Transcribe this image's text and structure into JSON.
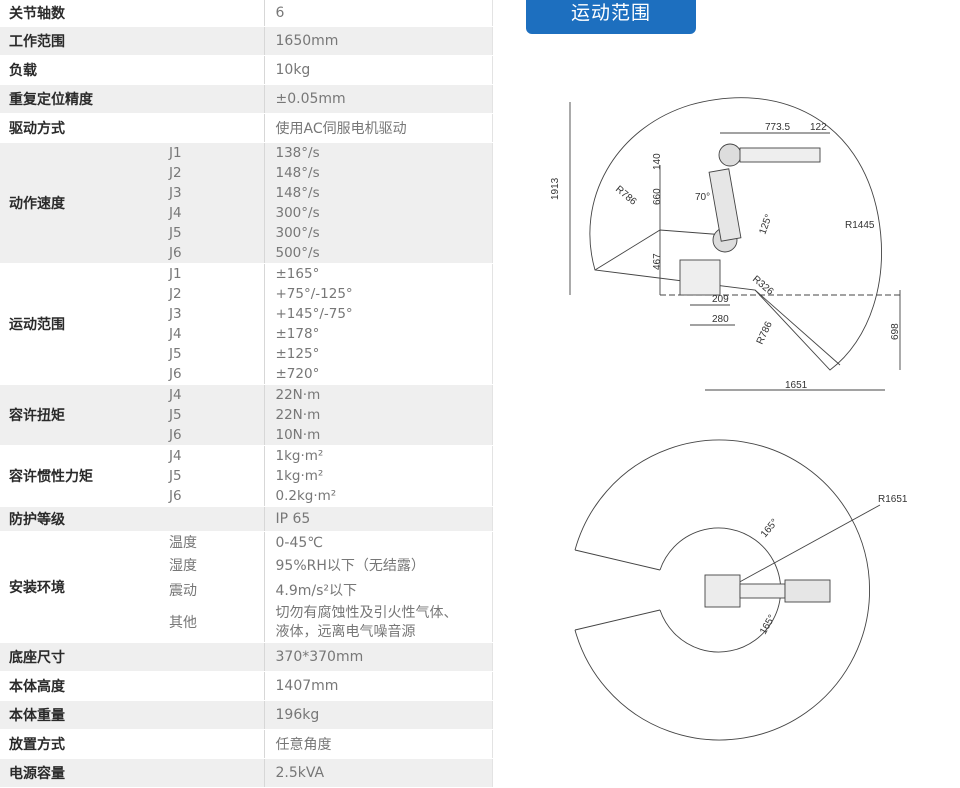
{
  "rows": {
    "axes": {
      "label": "关节轴数",
      "value": "6"
    },
    "range_total": {
      "label": "工作范围",
      "value": "1650mm"
    },
    "payload": {
      "label": "负载",
      "value": "10kg"
    },
    "repeat": {
      "label": "重复定位精度",
      "value": "±0.05mm"
    },
    "drive": {
      "label": "驱动方式",
      "value": "使用AC伺服电机驱动"
    },
    "speed": {
      "label": "动作速度",
      "joints": [
        "J1",
        "J2",
        "J3",
        "J4",
        "J5",
        "J6"
      ],
      "values": [
        "138°/s",
        "148°/s",
        "148°/s",
        "300°/s",
        "300°/s",
        "500°/s"
      ]
    },
    "motion": {
      "label": "运动范围",
      "joints": [
        "J1",
        "J2",
        "J3",
        "J4",
        "J5",
        "J6"
      ],
      "values": [
        "±165°",
        "+75°/-125°",
        "+145°/-75°",
        "±178°",
        "±125°",
        "±720°"
      ]
    },
    "torque": {
      "label": "容许扭矩",
      "joints": [
        "J4",
        "J5",
        "J6"
      ],
      "values": [
        "22N·m",
        "22N·m",
        "10N·m"
      ]
    },
    "inertia": {
      "label": "容许惯性力矩",
      "joints": [
        "J4",
        "J5",
        "J6"
      ],
      "values": [
        "1kg·m²",
        "1kg·m²",
        "0.2kg·m²"
      ]
    },
    "protect": {
      "label": "防护等级",
      "value": "IP 65"
    },
    "env": {
      "label": "安装环境",
      "items": [
        {
          "name": "温度",
          "value": "0-45℃"
        },
        {
          "name": "湿度",
          "value": "95%RH以下（无结露）"
        },
        {
          "name": "震动",
          "value": "4.9m/s²以下"
        },
        {
          "name": "其他",
          "value": "切勿有腐蚀性及引火性气体、",
          "value2": "液体，远离电气噪音源"
        }
      ]
    },
    "base": {
      "label": "底座尺寸",
      "value": "370*370mm"
    },
    "height": {
      "label": "本体高度",
      "value": "1407mm"
    },
    "weight": {
      "label": "本体重量",
      "value": "196kg"
    },
    "mount": {
      "label": "放置方式",
      "value": "任意角度"
    },
    "power": {
      "label": "电源容量",
      "value": "2.5kVA"
    }
  },
  "header": {
    "title": "运动范围"
  },
  "side_dims": {
    "d1913": "1913",
    "d7735": "773.5",
    "d122": "122",
    "d140": "140",
    "d660": "660",
    "d467": "467",
    "a70": "70°",
    "r786a": "R786",
    "a125": "125°",
    "r1445": "R1445",
    "r326": "R326",
    "d209": "209",
    "d280": "280",
    "r786b": "R786",
    "d698": "698",
    "d1651": "1651"
  },
  "top_dims": {
    "r1651": "R1651",
    "a165a": "165°",
    "a165b": "165°"
  }
}
